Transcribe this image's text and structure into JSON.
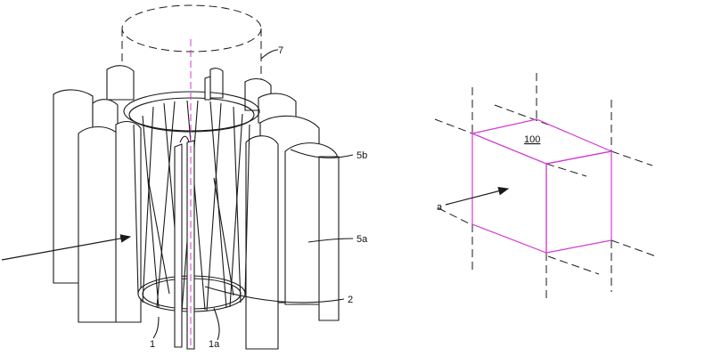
{
  "labels": {
    "ref_7": "7",
    "ref_5b": "5b",
    "ref_5a": "5a",
    "ref_2": "2",
    "ref_1": "1",
    "ref_1a": "1a",
    "ref_100": "100",
    "ref_a": "a"
  },
  "colors": {
    "line": "#1a1a1a",
    "highlight": "#d23bd2",
    "background": "#ffffff"
  }
}
